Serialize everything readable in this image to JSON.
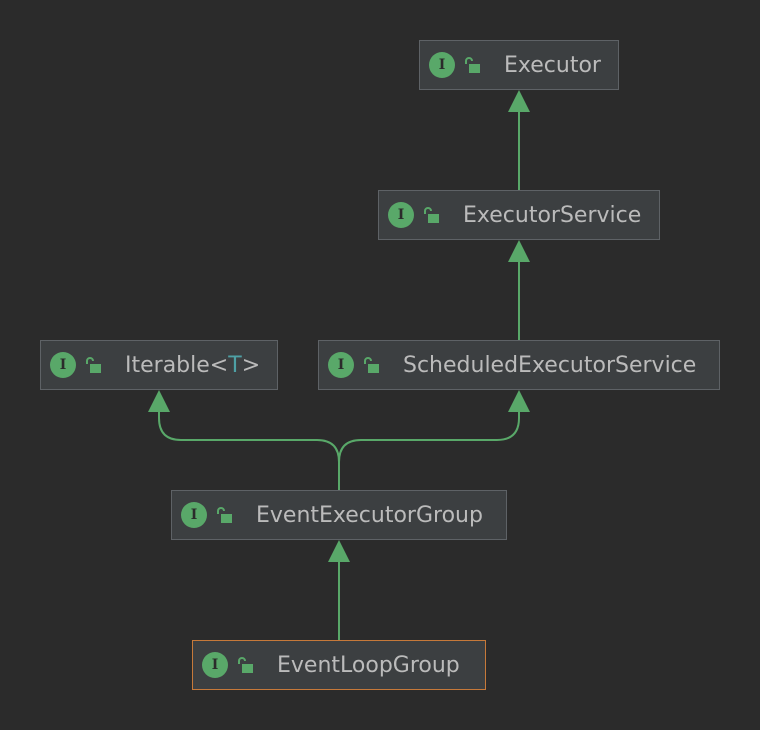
{
  "diagram": {
    "colors": {
      "background": "#2b2b2b",
      "node_fill": "#3c3f41",
      "node_border": "#5e6266",
      "selected_border": "#c6793a",
      "edge": "#59a869",
      "text": "#bbbbbb"
    },
    "interface_glyph": "I",
    "nodes": {
      "executor": {
        "label": "Executor"
      },
      "executor_service": {
        "label": "ExecutorService"
      },
      "iterable": {
        "label_name": "Iterable",
        "label_open": "<",
        "label_param": "T",
        "label_close": ">"
      },
      "scheduled_executor_service": {
        "label": "ScheduledExecutorService"
      },
      "event_executor_group": {
        "label": "EventExecutorGroup"
      },
      "event_loop_group": {
        "label": "EventLoopGroup",
        "selected": true
      }
    },
    "edges": [
      {
        "from": "executor_service",
        "to": "executor",
        "type": "extends"
      },
      {
        "from": "scheduled_executor_service",
        "to": "executor_service",
        "type": "extends"
      },
      {
        "from": "event_executor_group",
        "to": "iterable",
        "type": "extends"
      },
      {
        "from": "event_executor_group",
        "to": "scheduled_executor_service",
        "type": "extends"
      },
      {
        "from": "event_loop_group",
        "to": "event_executor_group",
        "type": "extends"
      }
    ]
  }
}
